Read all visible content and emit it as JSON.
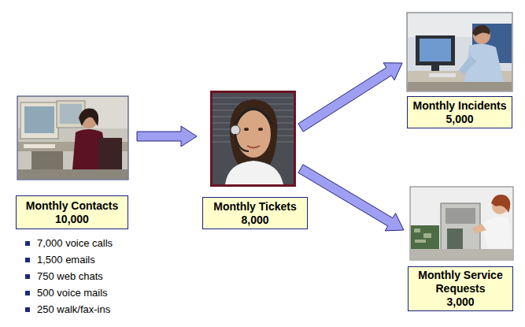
{
  "diagram": {
    "nodes": [
      {
        "text": [
          "Monthly Contacts",
          "10,000"
        ]
      },
      {
        "text": [
          "Monthly Tickets",
          "8,000"
        ]
      },
      {
        "text": [
          "Monthly Incidents",
          "5,000"
        ]
      },
      {
        "text": [
          "Monthly Service Requests",
          "3,000"
        ]
      }
    ],
    "edges": [
      {
        "from": 0,
        "to": 1,
        "arrow": "to"
      },
      {
        "from": 1,
        "to": 2,
        "arrow": "to"
      },
      {
        "from": 1,
        "to": 3,
        "arrow": "to"
      }
    ],
    "labels": [
      "7,000 voice calls",
      "1,500 emails",
      "750 web chats",
      "500 voice mails",
      "250 walk/fax-ins"
    ]
  }
}
